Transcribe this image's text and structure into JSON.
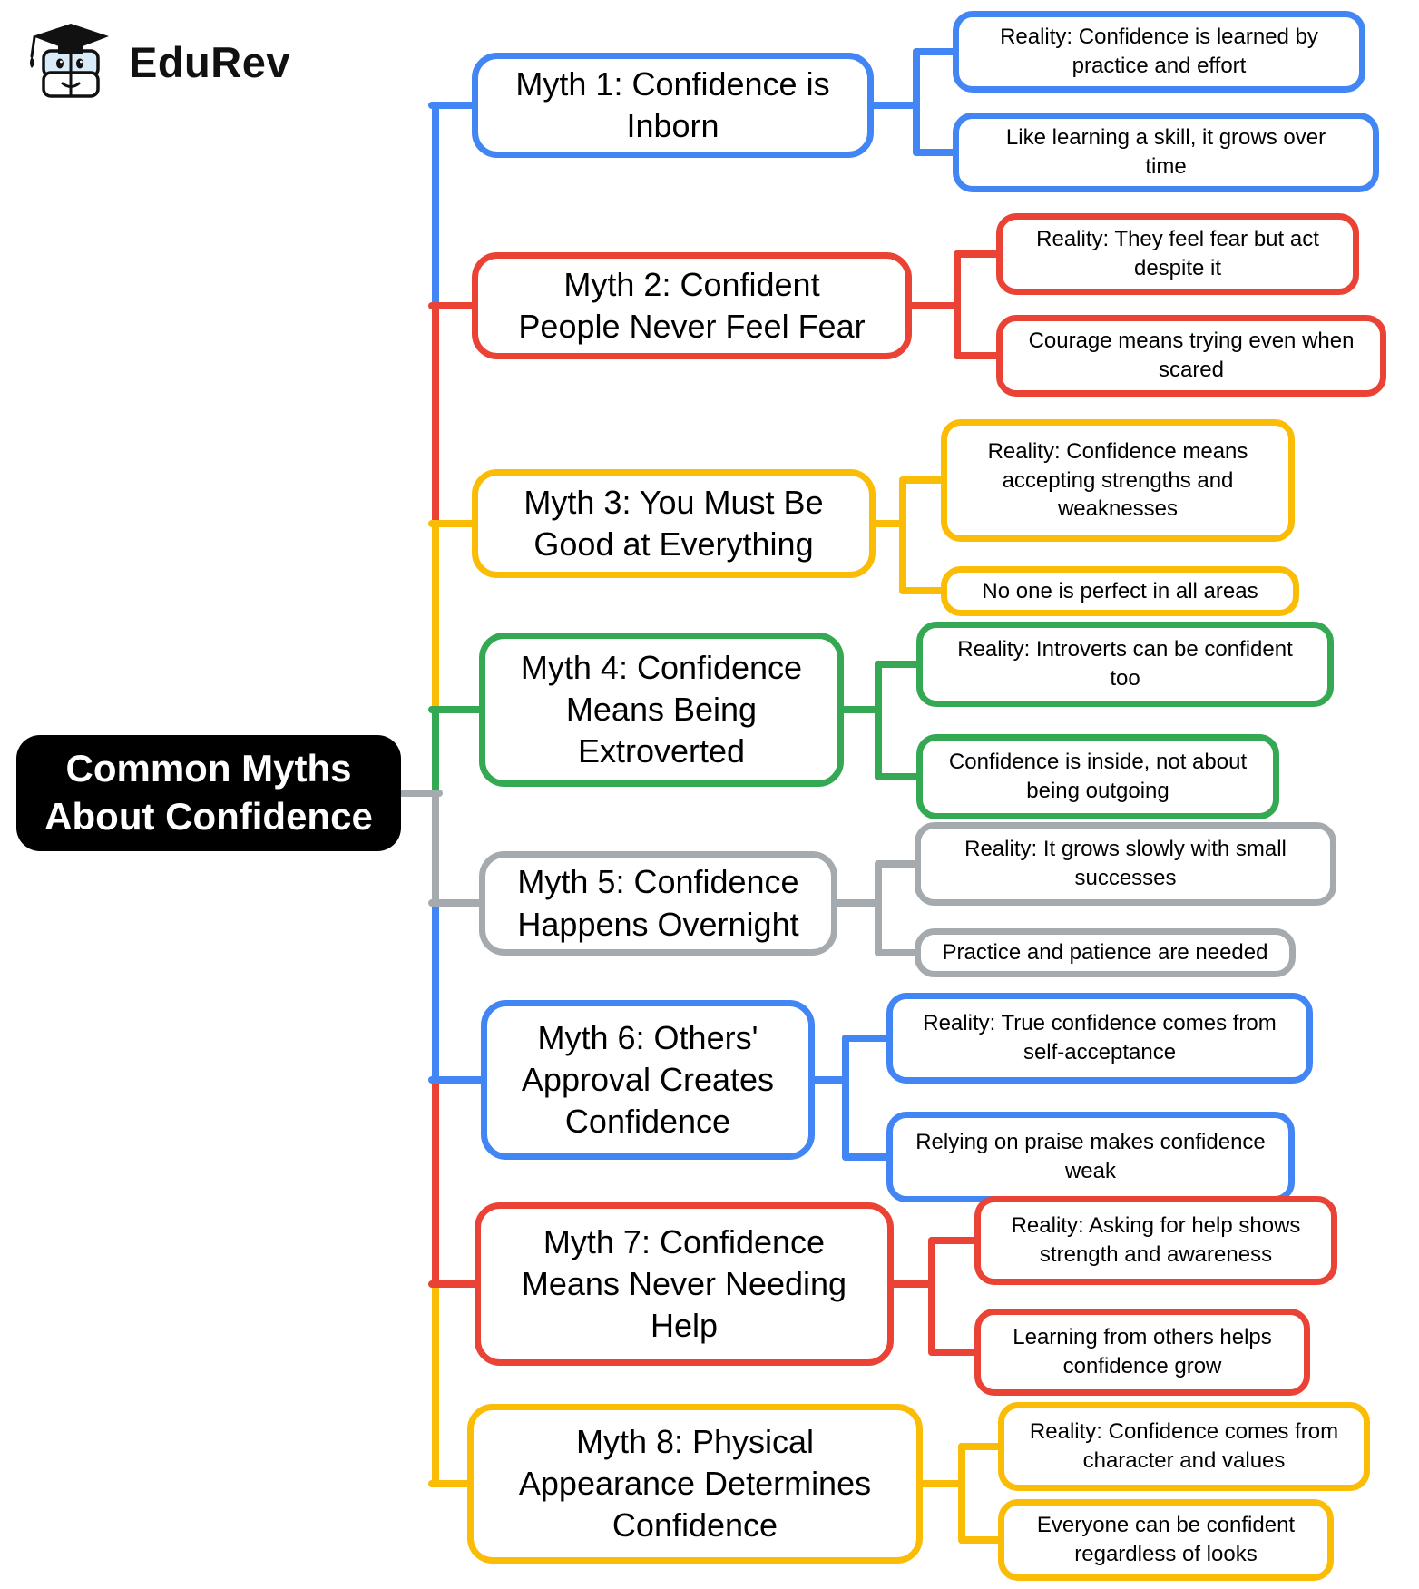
{
  "brand": {
    "name": "EduRev"
  },
  "root": {
    "label": "Common Myths\nAbout Confidence"
  },
  "palette": {
    "blue": "#4285F4",
    "red": "#EA4335",
    "yellow": "#FBBC05",
    "green": "#34A853",
    "gray": "#A4AAAE",
    "root_bg": "#000000",
    "root_text": "#FFFFFF",
    "node_bg": "#FFFFFF",
    "node_text": "#000000"
  },
  "branches": [
    {
      "id": "myth-1",
      "color_name": "blue",
      "color": "#4285F4",
      "myth": "Myth 1: Confidence is\nInborn",
      "children": [
        "Reality: Confidence is learned by\npractice and effort",
        "Like learning a skill, it grows over\ntime"
      ]
    },
    {
      "id": "myth-2",
      "color_name": "red",
      "color": "#EA4335",
      "myth": "Myth 2: Confident\nPeople Never Feel Fear",
      "children": [
        "Reality: They feel fear but act\ndespite it",
        "Courage means trying even when\nscared"
      ]
    },
    {
      "id": "myth-3",
      "color_name": "yellow",
      "color": "#FBBC05",
      "myth": "Myth 3: You Must Be\nGood at Everything",
      "children": [
        "Reality: Confidence means\naccepting strengths and\nweaknesses",
        "No one is perfect in all areas"
      ]
    },
    {
      "id": "myth-4",
      "color_name": "green",
      "color": "#34A853",
      "myth": "Myth 4: Confidence\nMeans Being\nExtroverted",
      "children": [
        "Reality: Introverts can be confident\ntoo",
        "Confidence is inside, not about\nbeing outgoing"
      ]
    },
    {
      "id": "myth-5",
      "color_name": "gray",
      "color": "#A4AAAE",
      "myth": "Myth 5: Confidence\nHappens Overnight",
      "children": [
        "Reality: It grows slowly with small\nsuccesses",
        "Practice and patience are needed"
      ]
    },
    {
      "id": "myth-6",
      "color_name": "blue",
      "color": "#4285F4",
      "myth": "Myth 6: Others'\nApproval Creates\nConfidence",
      "children": [
        "Reality: True confidence comes from\nself-acceptance",
        "Relying on praise makes confidence\nweak"
      ]
    },
    {
      "id": "myth-7",
      "color_name": "red",
      "color": "#EA4335",
      "myth": "Myth 7: Confidence\nMeans Never Needing\nHelp",
      "children": [
        "Reality: Asking for help shows\nstrength and awareness",
        "Learning from others helps\nconfidence grow"
      ]
    },
    {
      "id": "myth-8",
      "color_name": "yellow",
      "color": "#FBBC05",
      "myth": "Myth 8: Physical\nAppearance Determines\nConfidence",
      "children": [
        "Reality: Confidence comes from\ncharacter and values",
        "Everyone can be confident\nregardless of looks"
      ]
    }
  ]
}
